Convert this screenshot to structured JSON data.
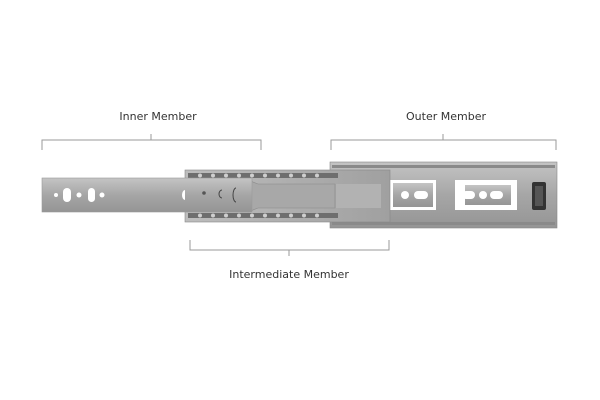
{
  "labels": {
    "inner": "Inner Member",
    "outer": "Outer Member",
    "intermediate": "Intermediate Member"
  },
  "colors": {
    "steel": "#a3a3a3",
    "steel_dark": "#7d7d7d",
    "bracket": "#9a9a9a",
    "text": "#333333"
  }
}
